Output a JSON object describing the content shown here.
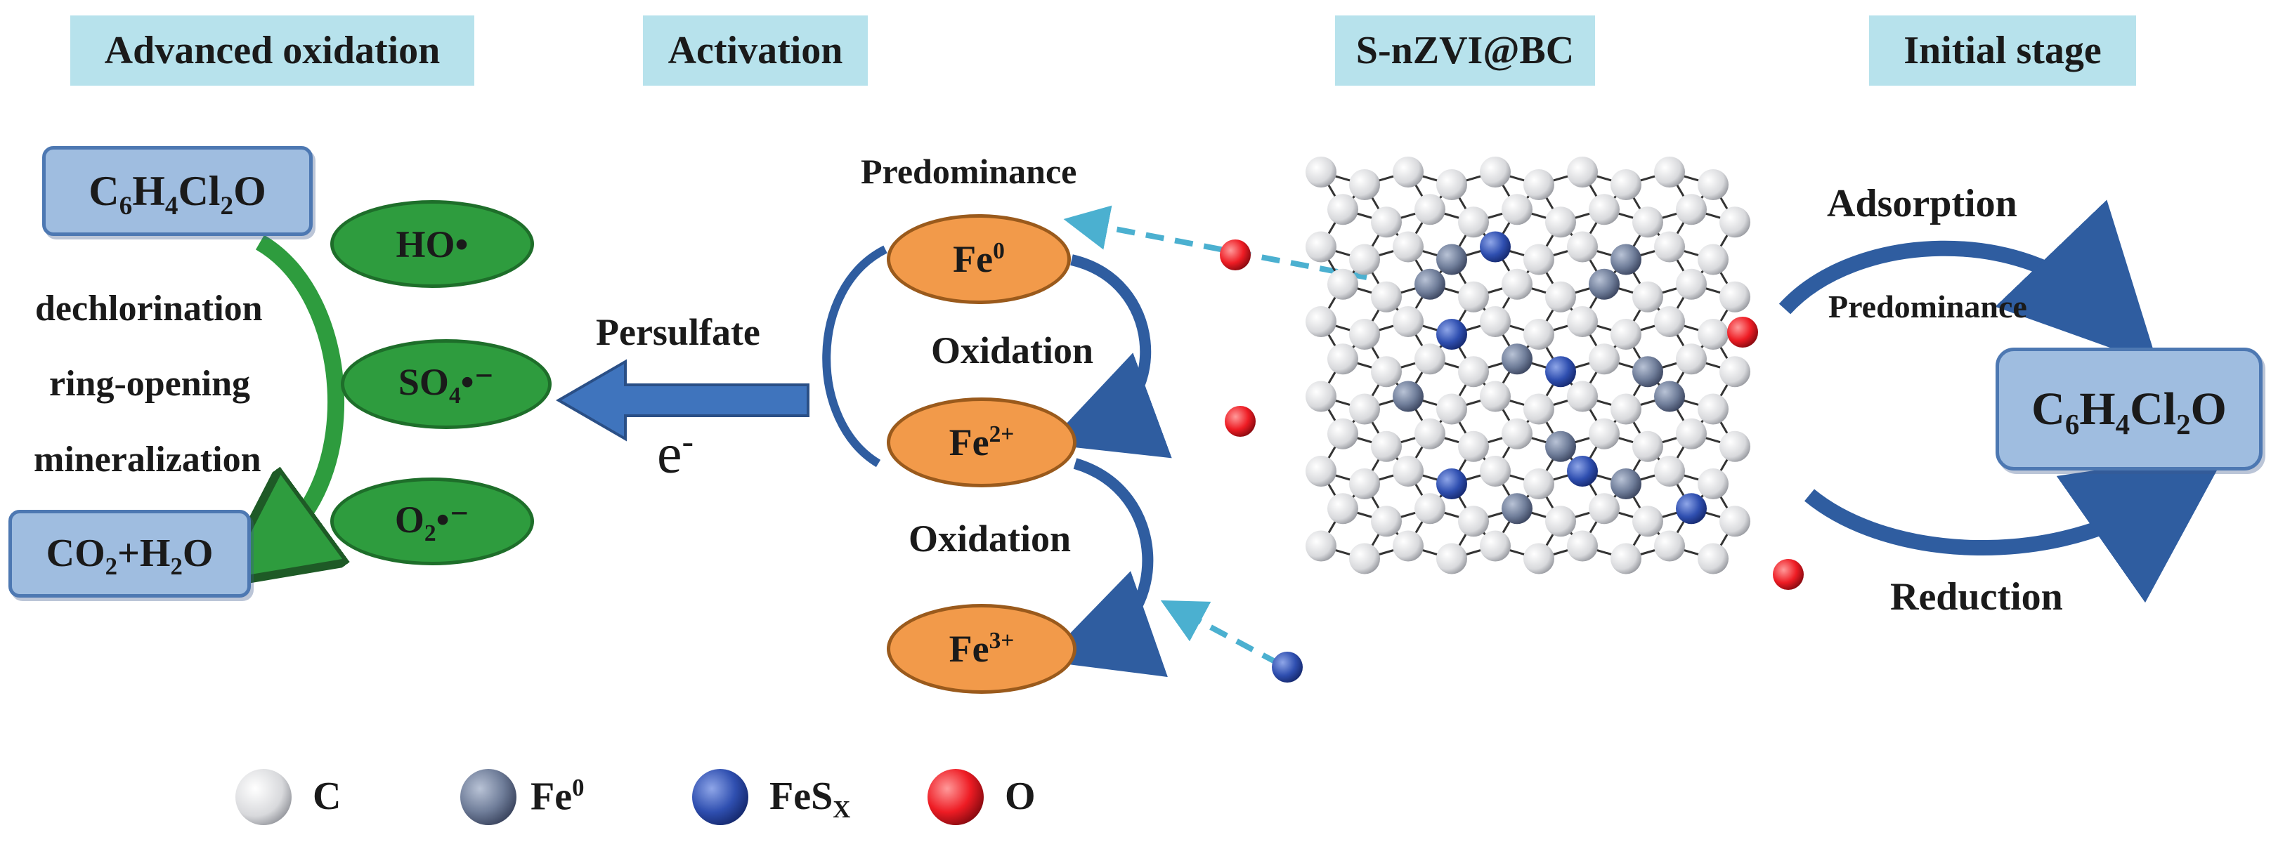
{
  "headers": {
    "advanced_oxidation": "Advanced oxidation",
    "activation": "Activation",
    "material": "S-nZVI@BC",
    "initial_stage": "Initial stage"
  },
  "left": {
    "reactant": {
      "a": "C",
      "b": "6",
      "c": "H",
      "d": "4",
      "e": "Cl",
      "f": "2",
      "g": "O"
    },
    "steps": [
      "dechlorination",
      "ring-opening",
      "mineralization"
    ],
    "product": {
      "a": "CO",
      "b": "2",
      "c": "+H",
      "d": "2",
      "e": "O"
    }
  },
  "radicals": [
    {
      "main": "HO•",
      "sub": "",
      "tail": ""
    },
    {
      "main": "SO",
      "sub": "4",
      "tail": "•⁻"
    },
    {
      "main": "O",
      "sub": "2",
      "tail": "•⁻"
    }
  ],
  "activation": {
    "oxidant": "Persulfate",
    "electron": "e",
    "electron_sup": "-",
    "predominance": "Predominance",
    "oxidation_1": "Oxidation",
    "oxidation_2": "Oxidation",
    "fe0": {
      "base": "Fe",
      "sup": "0"
    },
    "fe2": {
      "base": "Fe",
      "sup": "2+"
    },
    "fe3": {
      "base": "Fe",
      "sup": "3+"
    }
  },
  "initial": {
    "adsorption": "Adsorption",
    "predominance": "Predominance",
    "reduction": "Reduction",
    "target": {
      "a": "C",
      "b": "6",
      "c": "H",
      "d": "4",
      "e": "Cl",
      "f": "2",
      "g": "O"
    }
  },
  "legend": [
    {
      "label": "C",
      "sup": "",
      "sub": "",
      "color": "#e8e8ea"
    },
    {
      "label": "Fe",
      "sup": "0",
      "sub": "",
      "color": "#6f7d99"
    },
    {
      "label": "FeS",
      "sup": "",
      "sub": "X",
      "color": "#2f4fb0"
    },
    {
      "label": "O",
      "sup": "",
      "sub": "",
      "color": "#ee1c24"
    }
  ],
  "colors": {
    "header_bg": "#b7e2ec",
    "box_fill": "#9fbde0",
    "radical_fill": "#2e9c3e",
    "iron_fill": "#f29a4a",
    "arrow_blue": "#2f5da0",
    "dashed_arrow": "#4bb0d0"
  }
}
